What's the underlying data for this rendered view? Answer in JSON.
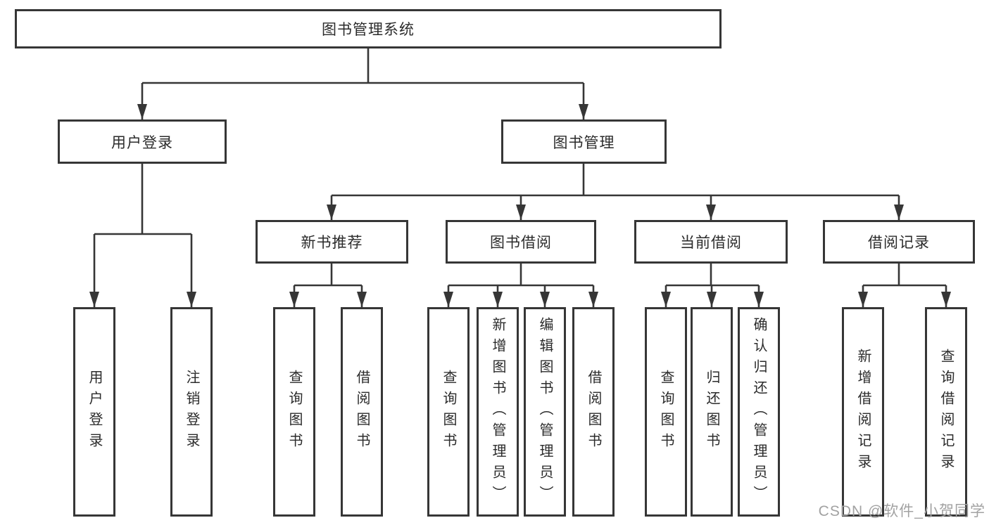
{
  "diagram_title": "图书管理系统",
  "tree": {
    "root": {
      "label": "图书管理系统"
    },
    "branches": [
      {
        "label": "用户登录",
        "children": [
          {
            "label": "用户登录"
          },
          {
            "label": "注销登录"
          }
        ]
      },
      {
        "label": "图书管理",
        "children": [
          {
            "label": "新书推荐",
            "children": [
              {
                "label": "查询图书"
              },
              {
                "label": "借阅图书"
              }
            ]
          },
          {
            "label": "图书借阅",
            "children": [
              {
                "label": "查询图书"
              },
              {
                "label": "新增图书（管理员）"
              },
              {
                "label": "编辑图书（管理员）"
              },
              {
                "label": "借阅图书"
              }
            ]
          },
          {
            "label": "当前借阅",
            "children": [
              {
                "label": "查询图书"
              },
              {
                "label": "归还图书"
              },
              {
                "label": "确认归还（管理员）"
              }
            ]
          },
          {
            "label": "借阅记录",
            "children": [
              {
                "label": "新增借阅记录"
              },
              {
                "label": "查询借阅记录"
              }
            ]
          }
        ]
      }
    ]
  },
  "watermark": {
    "text": "CSDN @软件_小贺同学"
  },
  "colors": {
    "line": "#363636",
    "box_border": "#363636",
    "text": "#2b2b2b",
    "watermark": "#a2a2a2",
    "background": "#ffffff"
  }
}
